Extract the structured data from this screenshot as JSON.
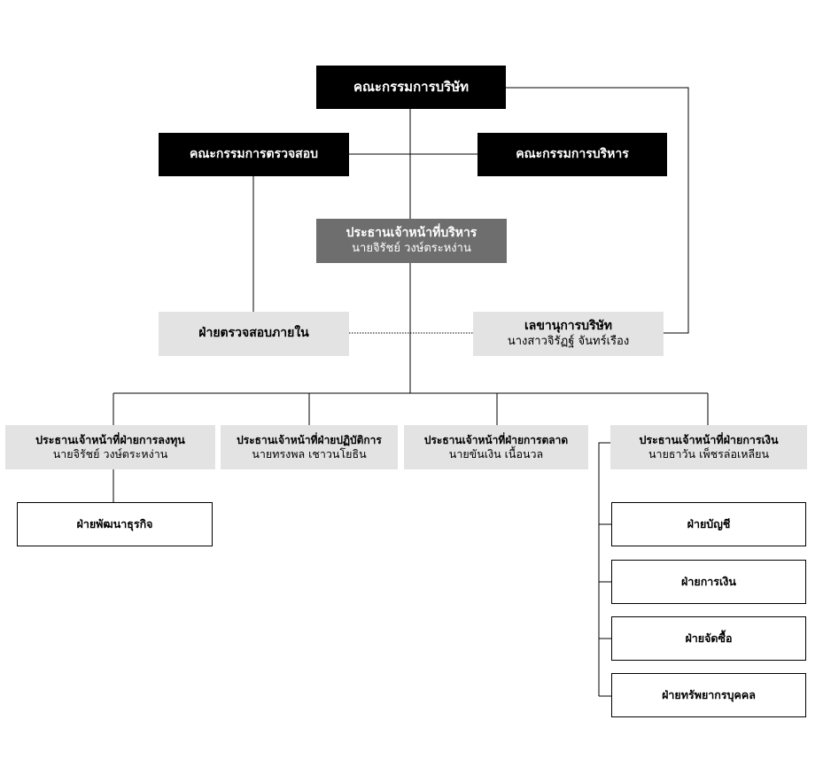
{
  "board": {
    "title": "คณะกรรมการบริษัท"
  },
  "audit_committee": {
    "title": "คณะกรรมการตรวจสอบ"
  },
  "executive_committee": {
    "title": "คณะกรรมการบริหาร"
  },
  "ceo": {
    "title": "ประธานเจ้าหน้าที่บริหาร",
    "name": "นายจิรัชย์ วงษ์ตระหง่าน"
  },
  "internal_audit": {
    "title": "ฝ่ายตรวจสอบภายใน"
  },
  "company_secretary": {
    "title": "เลขานุการบริษัท",
    "name": "นางสาวจิรัฏฐ์ จันทร์เรือง"
  },
  "officers": [
    {
      "title": "ประธานเจ้าหน้าที่ฝ่ายการลงทุน",
      "name": "นายจิรัชย์ วงษ์ตระหง่าน"
    },
    {
      "title": "ประธานเจ้าหน้าที่ฝ่ายปฏิบัติการ",
      "name": "นายทรงพล เชาวนโยธิน"
    },
    {
      "title": "ประธานเจ้าหน้าที่ฝ่ายการตลาด",
      "name": "นายขันเงิน เนื้อนวล"
    },
    {
      "title": "ประธานเจ้าหน้าที่ฝ่ายการเงิน",
      "name": "นายธาวัน เพ็ชรล่อเหลียน"
    }
  ],
  "business_development": {
    "title": "ฝ่ายพัฒนาธุรกิจ"
  },
  "finance_departments": [
    {
      "title": "ฝ่ายบัญชี"
    },
    {
      "title": "ฝ่ายการเงิน"
    },
    {
      "title": "ฝ่ายจัดซื้อ"
    },
    {
      "title": "ฝ่ายทรัพยากรบุคคล"
    }
  ]
}
